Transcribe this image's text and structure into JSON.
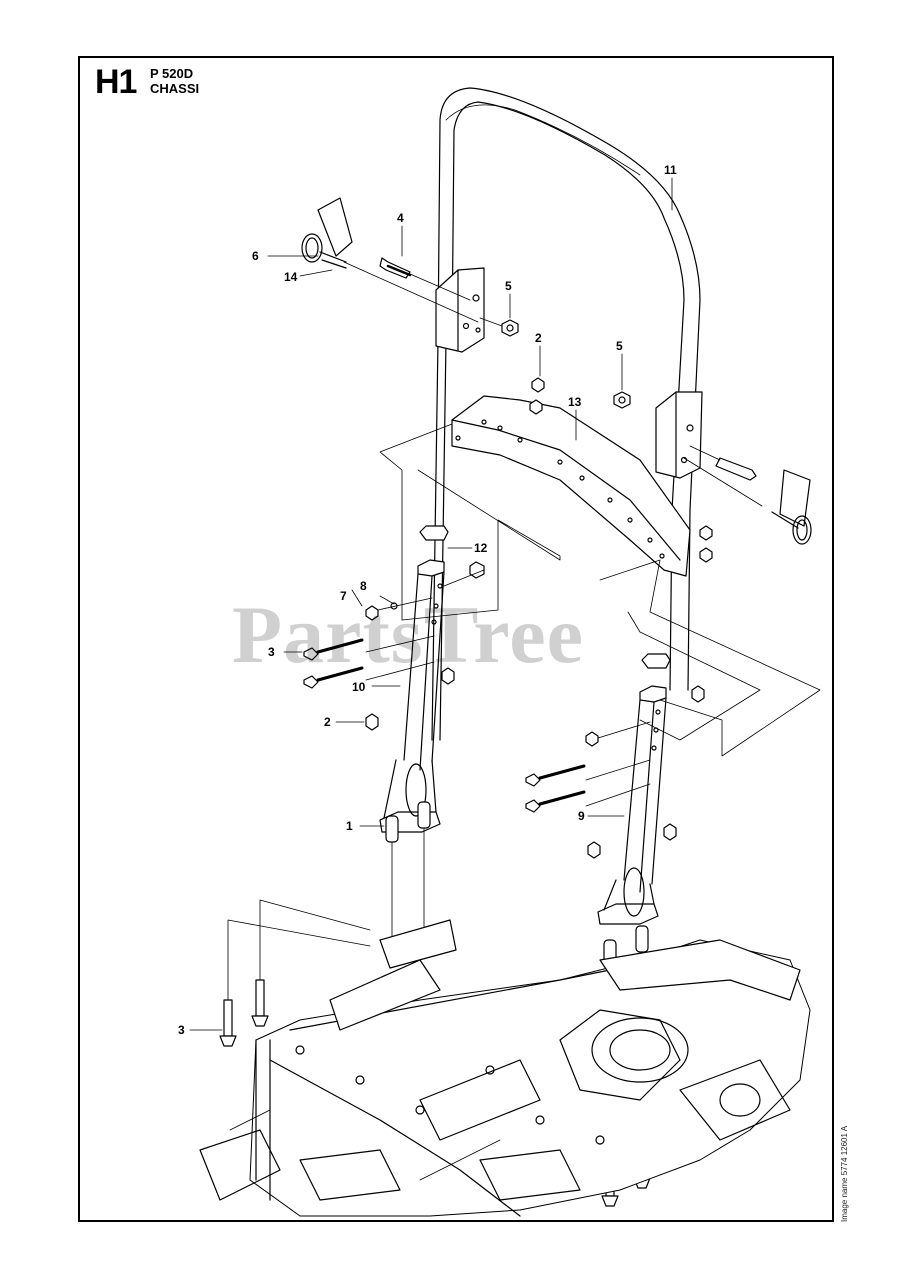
{
  "header": {
    "section_code": "H1",
    "model": "P 520D",
    "category": "CHASSI"
  },
  "image_id": "Image name 5774 12601 A",
  "watermark": "PartsTree",
  "callouts": {
    "c1": "1",
    "c2a": "2",
    "c2b": "2",
    "c3a": "3",
    "c3b": "3",
    "c4": "4",
    "c5a": "5",
    "c5b": "5",
    "c6": "6",
    "c7": "7",
    "c8": "8",
    "c9": "9",
    "c10": "10",
    "c11": "11",
    "c12": "12",
    "c13": "13",
    "c14": "14"
  },
  "colors": {
    "line": "#000000",
    "frame": "#000000",
    "watermark": "#c8c8c8"
  }
}
